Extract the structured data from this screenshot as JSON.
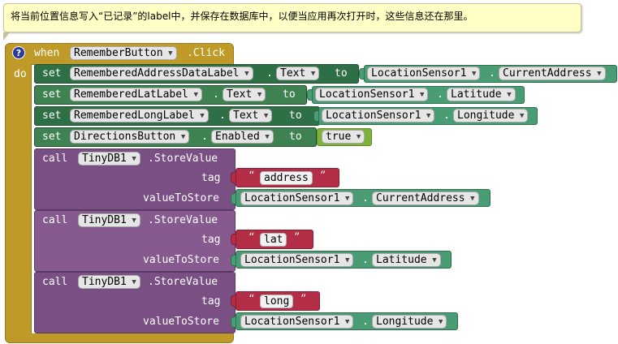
{
  "comment": "将当前位置信息写入“已记录”的label中，并保存在数据库中，以便当应用再次打开时，这些信息还在那里。",
  "event": {
    "keyword_when": "when",
    "keyword_do": "do",
    "component": "RememberButton",
    "event_name": ".Click",
    "help_icon": "?"
  },
  "statements": {
    "set_keyword": "set",
    "to_keyword": "to",
    "set1": {
      "component": "RememberedAddressDataLabel",
      "property": "Text",
      "value_component": "LocationSensor1",
      "value_property": "CurrentAddress"
    },
    "set2": {
      "component": "RememberedLatLabel",
      "property": "Text",
      "value_component": "LocationSensor1",
      "value_property": "Latitude"
    },
    "set3": {
      "component": "RememberedLongLabel",
      "property": "Text",
      "value_component": "LocationSensor1",
      "value_property": "Longitude"
    },
    "set4": {
      "component": "DirectionsButton",
      "property": "Enabled",
      "value": "true"
    }
  },
  "calls": {
    "call_keyword": "call",
    "method": ".StoreValue",
    "tag_label": "tag",
    "value_label": "valueToStore",
    "open_quote": "“",
    "close_quote": "”",
    "call1": {
      "component": "TinyDB1",
      "tag": "address",
      "value_component": "LocationSensor1",
      "value_property": "CurrentAddress"
    },
    "call2": {
      "component": "TinyDB1",
      "tag": "lat",
      "value_component": "LocationSensor1",
      "value_property": "Latitude"
    },
    "call3": {
      "component": "TinyDB1",
      "tag": "long",
      "value_component": "LocationSensor1",
      "value_property": "Longitude"
    }
  },
  "colors": {
    "event_block": "#c09a28",
    "setter_block": "#2f6f45",
    "getter_block": "#4a9c74",
    "procedure_call": "#7a4f84",
    "text_literal": "#b32d46",
    "logic_literal": "#7fb23a",
    "comment_bg": "#ffffc6"
  },
  "dropdown_icon": "chevron-down-icon"
}
